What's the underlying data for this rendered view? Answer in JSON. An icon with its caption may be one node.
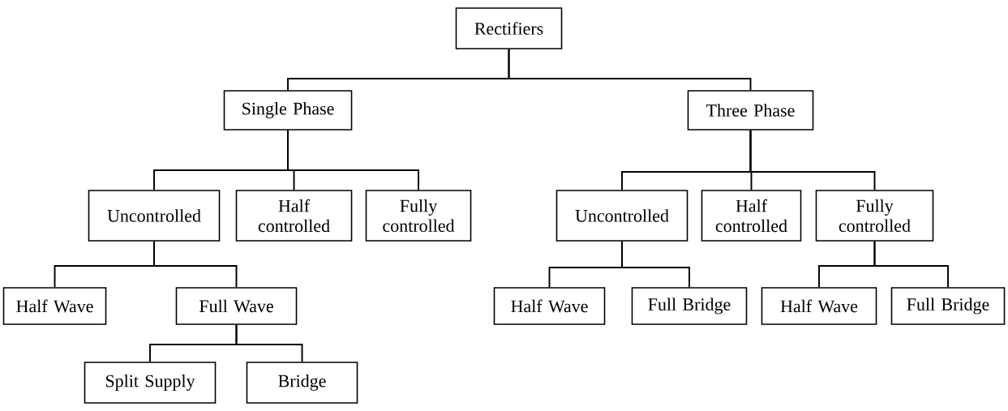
{
  "diagram": {
    "nodes": [
      {
        "text": [
          "Rectifiers"
        ]
      },
      {
        "text": [
          "Single Phase"
        ]
      },
      {
        "text": [
          "Three Phase"
        ]
      },
      {
        "text": [
          "Uncontrolled"
        ]
      },
      {
        "text": [
          "Half controlled"
        ]
      },
      {
        "text": [
          "Fully controlled"
        ]
      },
      {
        "text": [
          "Uncontrolled"
        ]
      },
      {
        "text": [
          "Half controlled"
        ]
      },
      {
        "text": [
          "Fully controlled"
        ]
      },
      {
        "text": [
          "Half Wave"
        ]
      },
      {
        "text": [
          "Full Wave"
        ]
      },
      {
        "text": [
          "Half Wave"
        ]
      },
      {
        "text": [
          "Full Bridge"
        ]
      },
      {
        "text": [
          "Half Wave"
        ]
      },
      {
        "text": [
          "Full Bridge"
        ]
      },
      {
        "text": [
          "Split Supply"
        ]
      },
      {
        "text": [
          "Bridge"
        ]
      }
    ],
    "edges": [
      {
        "from": 0,
        "to": 1,
        "arrow": "none"
      },
      {
        "from": 0,
        "to": 2,
        "arrow": "none"
      },
      {
        "from": 1,
        "to": 3,
        "arrow": "none"
      },
      {
        "from": 1,
        "to": 4,
        "arrow": "none"
      },
      {
        "from": 1,
        "to": 5,
        "arrow": "none"
      },
      {
        "from": 2,
        "to": 6,
        "arrow": "none"
      },
      {
        "from": 2,
        "to": 7,
        "arrow": "none"
      },
      {
        "from": 2,
        "to": 8,
        "arrow": "none"
      },
      {
        "from": 3,
        "to": 9,
        "arrow": "none"
      },
      {
        "from": 3,
        "to": 10,
        "arrow": "none"
      },
      {
        "from": 6,
        "to": 11,
        "arrow": "none"
      },
      {
        "from": 6,
        "to": 12,
        "arrow": "none"
      },
      {
        "from": 8,
        "to": 13,
        "arrow": "none"
      },
      {
        "from": 8,
        "to": 14,
        "arrow": "none"
      },
      {
        "from": 10,
        "to": 15,
        "arrow": "none"
      },
      {
        "from": 10,
        "to": 16,
        "arrow": "none"
      }
    ]
  }
}
